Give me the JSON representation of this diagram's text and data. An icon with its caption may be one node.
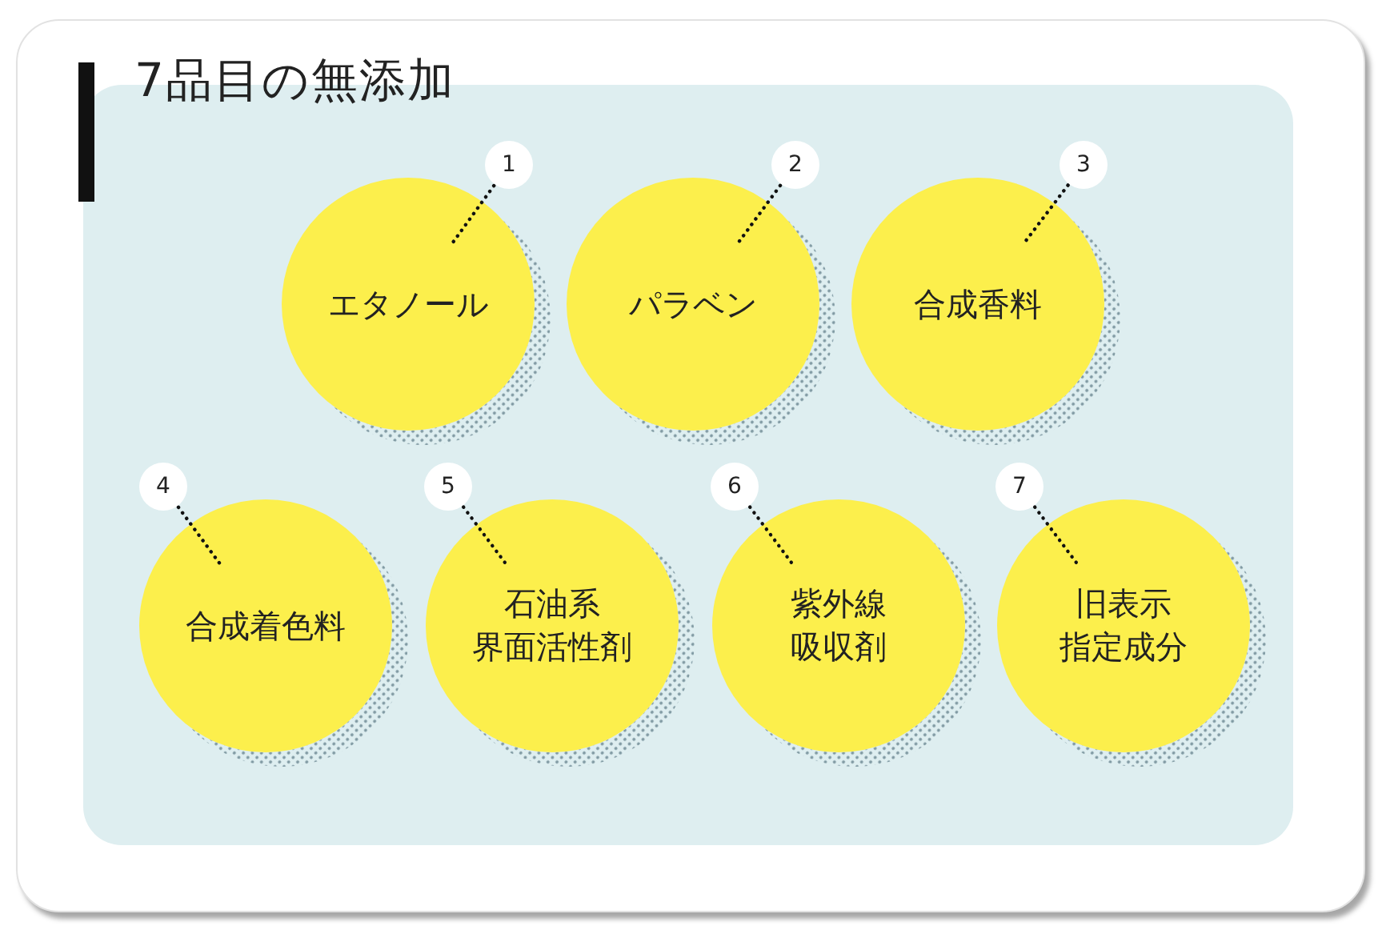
{
  "diagram": {
    "title": "7品目の無添加",
    "nodes": [
      {
        "text": [
          "1"
        ]
      },
      {
        "text": [
          "エタノール"
        ]
      },
      {
        "text": [
          "2"
        ]
      },
      {
        "text": [
          "パラベン"
        ]
      },
      {
        "text": [
          "3"
        ]
      },
      {
        "text": [
          "合成香料"
        ]
      },
      {
        "text": [
          "4"
        ]
      },
      {
        "text": [
          "合成着色料"
        ]
      },
      {
        "text": [
          "5"
        ]
      },
      {
        "text": [
          "石油系界面活性剤"
        ]
      },
      {
        "text": [
          "6"
        ]
      },
      {
        "text": [
          "紫外線吸収剤"
        ]
      },
      {
        "text": [
          "7"
        ]
      },
      {
        "text": [
          "旧表示指定成分"
        ]
      }
    ],
    "edges": [
      {
        "from": 0,
        "to": 1,
        "arrow": "none",
        "style": "dashed"
      },
      {
        "from": 2,
        "to": 3,
        "arrow": "none",
        "style": "dashed"
      },
      {
        "from": 4,
        "to": 5,
        "arrow": "none",
        "style": "dashed"
      },
      {
        "from": 6,
        "to": 7,
        "arrow": "none",
        "style": "dashed"
      },
      {
        "from": 8,
        "to": 9,
        "arrow": "none",
        "style": "dashed"
      },
      {
        "from": 10,
        "to": 11,
        "arrow": "none",
        "style": "dashed"
      },
      {
        "from": 12,
        "to": 13,
        "arrow": "none",
        "style": "dashed"
      }
    ]
  }
}
